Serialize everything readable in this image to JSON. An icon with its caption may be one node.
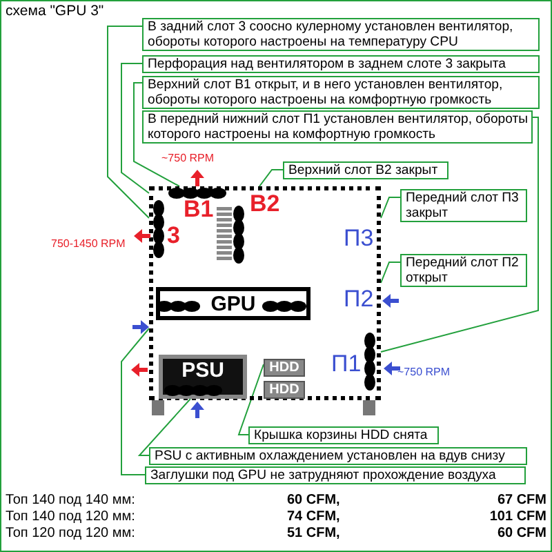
{
  "diagram": {
    "title": "схема \"GPU 3\"",
    "nodes": [
      {
        "text": [
          "В задний слот 3 соосно кулерному установлен вентилятор, обороты которого настроены на температуру CPU"
        ]
      },
      {
        "text": [
          "Перфорация над вентилятором в заднем слоте 3 закрыта"
        ]
      },
      {
        "text": [
          "Верхний слот В1 открыт, и в него установлен вентилятор, обороты которого настроены на комфортную громкость"
        ]
      },
      {
        "text": [
          "В передний нижний слот П1 установлен вентилятор, обороты которого настроены на комфортную громкость"
        ]
      },
      {
        "text": [
          "Верхний слот В2 закрыт"
        ]
      },
      {
        "text": [
          "Передний слот П3 закрыт"
        ]
      },
      {
        "text": [
          "Передний слот П2 открыт"
        ]
      },
      {
        "text": [
          "Крышка корзины HDD снята"
        ]
      },
      {
        "text": [
          "PSU с активным охлаждением установлен на вдув снизу"
        ]
      },
      {
        "text": [
          "Заглушки под GPU не затрудняют прохождение воздуха"
        ]
      },
      {
        "text": [],
        "shape": "box"
      },
      {
        "text": [
          "GPU"
        ],
        "in": 10
      },
      {
        "text": [
          "PSU"
        ],
        "in": 10
      },
      {
        "text": [
          "HDD"
        ],
        "in": 10
      },
      {
        "text": [
          "HDD"
        ],
        "in": 10
      }
    ],
    "edges": [
      {
        "from": 0,
        "to": 10,
        "arrow": "none"
      },
      {
        "from": 1,
        "to": 10,
        "arrow": "none"
      },
      {
        "from": 2,
        "to": 10,
        "arrow": "none"
      },
      {
        "from": 3,
        "to": 10,
        "arrow": "none"
      },
      {
        "from": 4,
        "to": 10,
        "arrow": "none"
      },
      {
        "from": 5,
        "to": 10,
        "arrow": "none"
      },
      {
        "from": 6,
        "to": 10,
        "arrow": "none"
      },
      {
        "from": 7,
        "to": 13,
        "arrow": "none"
      },
      {
        "from": 8,
        "to": 12,
        "arrow": "none"
      },
      {
        "from": 9,
        "to": 10,
        "arrow": "none"
      }
    ],
    "labels": [
      "В1",
      "В2",
      "3",
      "П3",
      "П2",
      "П1",
      "~750 RPM",
      "750-1450 RPM",
      "~750 RPM",
      "Топ 140 под 140 мм:",
      "60 CFM,",
      "67 CFM",
      "Топ 140 под 120 мм:",
      "74 CFM,",
      "101 CFM",
      "Топ 120 под 120 мм:",
      "51 CFM,",
      "60 CFM"
    ]
  }
}
